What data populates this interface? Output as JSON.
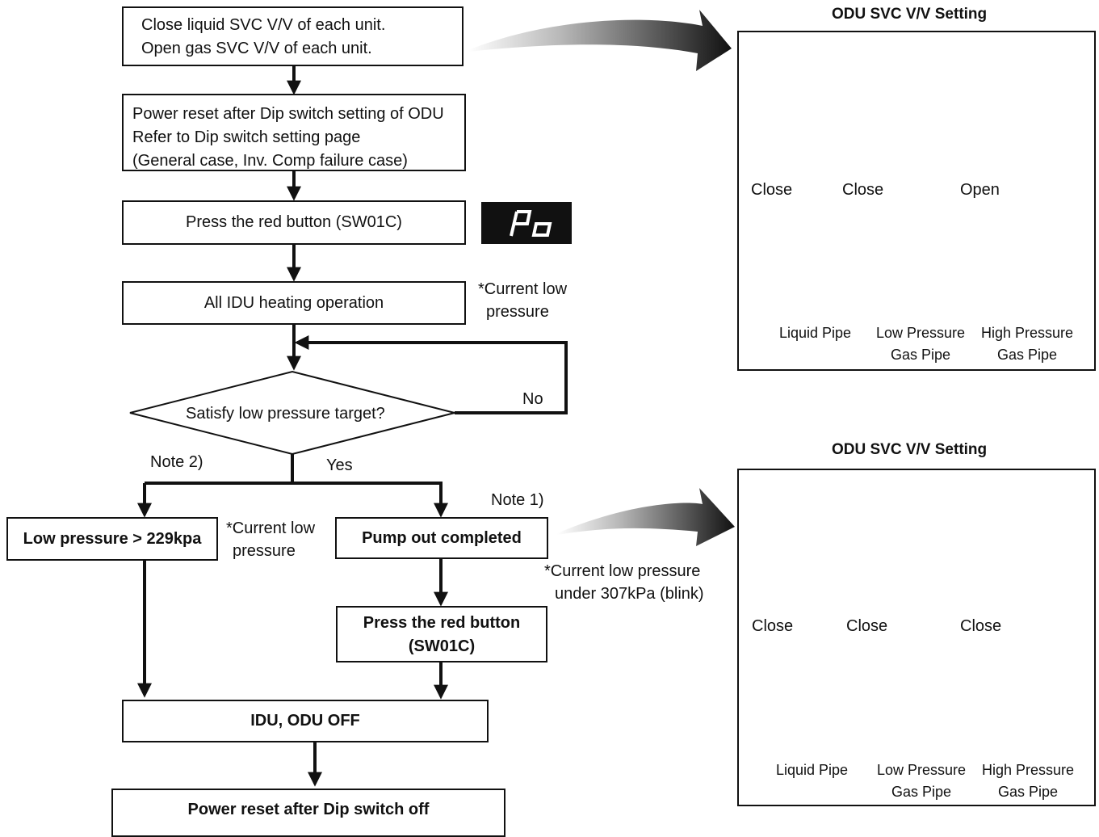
{
  "flow": {
    "step1": [
      "Close liquid SVC V/V of each unit.",
      "Open gas SVC V/V of each unit."
    ],
    "step2": [
      "Power reset after Dip switch setting of ODU",
      "Refer to Dip switch setting page",
      "(General case, Inv. Comp failure case)"
    ],
    "step3": "Press the red button (SW01C)",
    "display": "Po",
    "step4": "All IDU heating operation",
    "note_current_1": [
      "*Current low",
      "pressure"
    ],
    "decision": "Satisfy low pressure target?",
    "no": "No",
    "yes": "Yes",
    "note2": "Note 2)",
    "note1": "Note 1)",
    "left_box": "Low pressure > 229kpa",
    "note_current_2": [
      "*Current low",
      "pressure"
    ],
    "right_box": "Pump out completed",
    "note_current_3": [
      "*Current low pressure",
      "under 307kPa (blink)"
    ],
    "red_button": [
      "Press the red button",
      "(SW01C)"
    ],
    "off_box": "IDU, ODU OFF",
    "final_box": "Power reset after Dip switch off"
  },
  "panels": [
    {
      "title": "ODU SVC V/V Setting",
      "labels": [
        "Close",
        "Close",
        "Open"
      ],
      "captions": [
        [
          "Liquid Pipe"
        ],
        [
          "Low Pressure",
          "Gas Pipe"
        ],
        [
          "High Pressure",
          "Gas Pipe"
        ]
      ]
    },
    {
      "title": "ODU SVC V/V Setting",
      "labels": [
        "Close",
        "Close",
        "Close"
      ],
      "captions": [
        [
          "Liquid Pipe"
        ],
        [
          "Low Pressure",
          "Gas Pipe"
        ],
        [
          "High Pressure",
          "Gas Pipe"
        ]
      ]
    }
  ]
}
